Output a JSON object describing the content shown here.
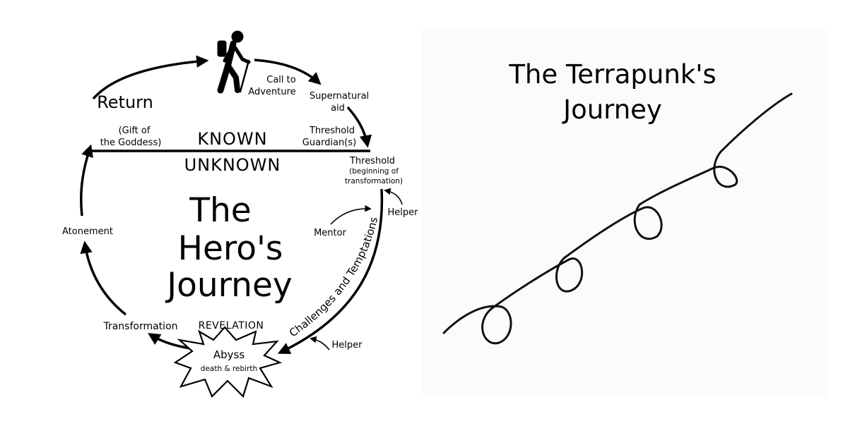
{
  "heros_journey": {
    "title_lines": [
      "The",
      "Hero's",
      "Journey"
    ],
    "known": "KNOWN",
    "unknown": "UNKNOWN",
    "stages": {
      "call_to_adventure": [
        "Call to",
        "Adventure"
      ],
      "supernatural_aid": [
        "Supernatural",
        "aid"
      ],
      "threshold_guardians": [
        "Threshold",
        "Guardian(s)"
      ],
      "threshold": "Threshold",
      "threshold_note": [
        "(beginning of",
        "transformation)"
      ],
      "helper_top": "Helper",
      "mentor": "Mentor",
      "challenges": "Challenges and Temptations",
      "helper_bottom": "Helper",
      "revelation": "REVELATION",
      "abyss": "Abyss",
      "abyss_note": "death & rebirth",
      "transformation": "Transformation",
      "atonement": "Atonement",
      "return": "Return",
      "gift": [
        "(Gift of",
        "the Goddess)"
      ]
    },
    "icons": [
      "hiker-icon"
    ]
  },
  "terrapunks_journey": {
    "title_lines": [
      "The Terrapunk's",
      "Journey"
    ]
  },
  "colors": {
    "ink": "#000000",
    "background": "#ffffff",
    "panel": "#fbfbfb"
  }
}
